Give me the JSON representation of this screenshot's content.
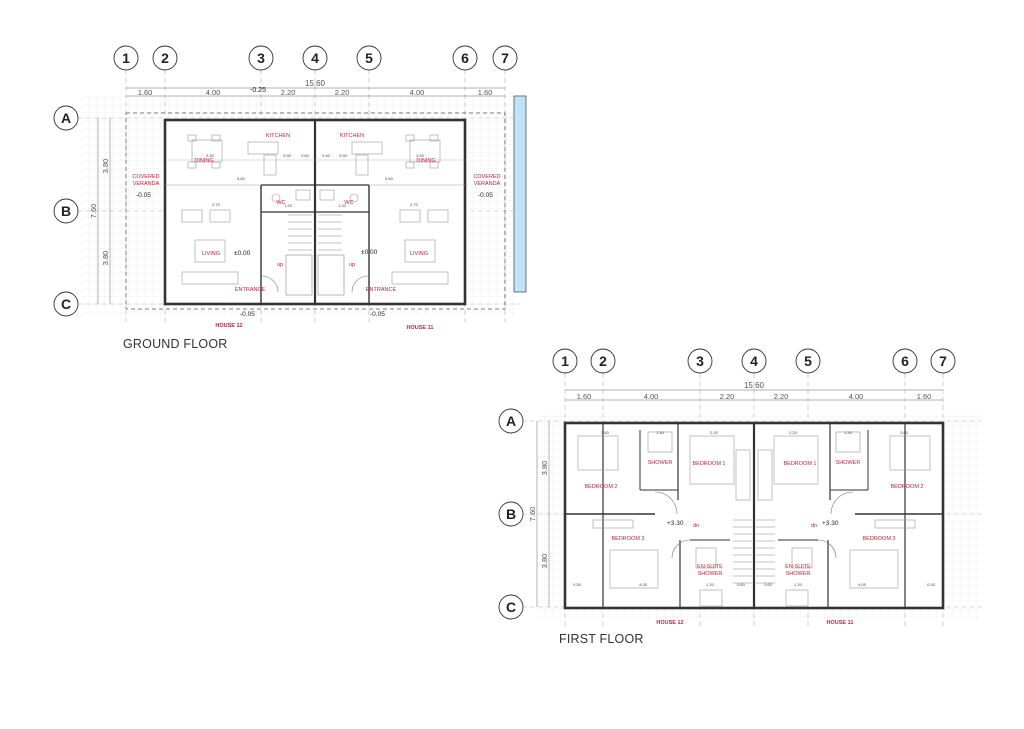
{
  "ground_floor": {
    "title": "GROUND FLOOR",
    "grid_columns": [
      "1",
      "2",
      "3",
      "4",
      "5",
      "6",
      "7"
    ],
    "grid_rows": [
      "A",
      "B",
      "C"
    ],
    "overall_dimension": "15.60",
    "bay_dimensions": [
      "1.60",
      "4.00",
      "2.20",
      "2.20",
      "4.00",
      "1.60"
    ],
    "top_level": "-0.25",
    "side_dimensions": [
      "3.80",
      "7.60",
      "3.80"
    ],
    "rooms": {
      "kitchen_left": "KITCHEN",
      "kitchen_right": "KITCHEN",
      "dining_left": "DINING",
      "dining_right": "DINING",
      "veranda_left_1": "COVERED",
      "veranda_left_2": "VERANDA",
      "veranda_right_1": "COVERED",
      "veranda_right_2": "VERANDA",
      "wc_left": "WC",
      "wc_right": "WC",
      "living_left": "LIVING",
      "living_right": "LIVING",
      "entrance_left": "ENTRANCE",
      "entrance_right": "ENTRANCE",
      "up_left": "up",
      "up_right": "up"
    },
    "levels": {
      "veranda_left": "-0.05",
      "veranda_right": "-0.05",
      "living_left": "±0.00",
      "living_right": "±0.00",
      "entry_left": "-0.05",
      "entry_right": "-0.05"
    },
    "small_dims": {
      "d1": "3.30",
      "d2": "0.90",
      "d3": "0.60",
      "d4": "0.40",
      "d5": "0.90",
      "d6": "3.30",
      "d7": "5.60",
      "d8": "5.60",
      "d9": "2.70",
      "d10": "2.70",
      "d11": "1.20",
      "d12": "1.20"
    },
    "houses": [
      "HOUSE 12",
      "HOUSE 11"
    ]
  },
  "first_floor": {
    "title": "FIRST FLOOR",
    "grid_columns": [
      "1",
      "2",
      "3",
      "4",
      "5",
      "6",
      "7"
    ],
    "grid_rows": [
      "A",
      "B",
      "C"
    ],
    "overall_dimension": "15.60",
    "bay_dimensions": [
      "1.60",
      "4.00",
      "2.20",
      "2.20",
      "4.00",
      "1.60"
    ],
    "side_dimensions": [
      "3.80",
      "7.60",
      "3.80"
    ],
    "rooms": {
      "shower_left": "SHOWER",
      "shower_right": "SHOWER",
      "bedroom1_left": "BEDROOM 1",
      "bedroom1_right": "BEDROOM 1",
      "bedroom2_left": "BEDROOM 2",
      "bedroom2_right": "BEDROOM 2",
      "bedroom3_left": "BEDROOM 3",
      "bedroom3_right": "BEDROOM 3",
      "ensuite_left_1": "EN-SUITE",
      "ensuite_left_2": "SHOWER",
      "ensuite_right_1": "EN-SUITE",
      "ensuite_right_2": "SHOWER",
      "dn_left": "dn",
      "dn_right": "dn"
    },
    "levels": {
      "left": "+3.30",
      "right": "+3.30"
    },
    "small_dims": {
      "a1": "3.80",
      "a2": "1.30",
      "a3": "2.20",
      "a4": "2.20",
      "a5": "1.30",
      "a6": "3.80",
      "b1": "4.05",
      "b2": "1.20",
      "b3": "0.60",
      "b4": "0.60",
      "b5": "1.20",
      "b6": "4.05",
      "c1": "0.30",
      "c2": "0.30"
    },
    "houses": [
      "HOUSE 12",
      "HOUSE 11"
    ]
  },
  "colors": {
    "annotation_red": "#c2223b",
    "wall": "#333333",
    "grid_line": "#b5b5b5",
    "pool_blue": "#bfe3f7"
  }
}
